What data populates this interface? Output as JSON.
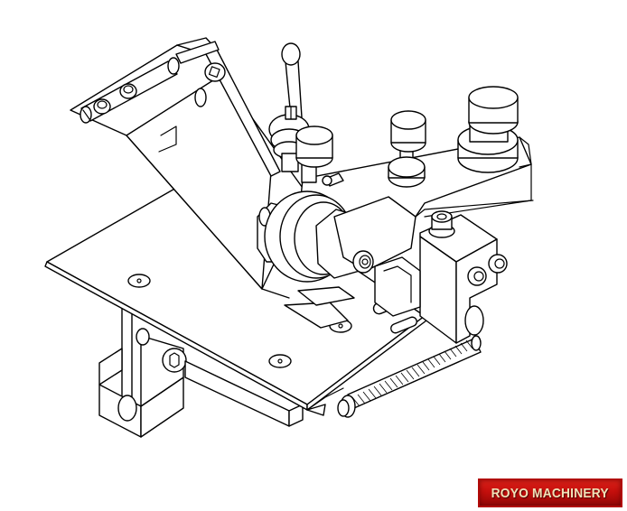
{
  "figure": {
    "subject": "Mechanical assembly line drawing (isometric view)",
    "style": "black line art on white background",
    "components": [
      {
        "name": "base-plate",
        "description": "Large angled flat plate with countersunk screws"
      },
      {
        "name": "hinged-arm",
        "description": "Arm with hinge pin and two cap screws"
      },
      {
        "name": "clamp-lever",
        "description": "Lever handle with ball knob"
      },
      {
        "name": "roller-wheel",
        "description": "Round roller with hex nut and axle screw"
      },
      {
        "name": "top-bar",
        "description": "Horizontal bar with two mushroom knobs"
      },
      {
        "name": "side-block",
        "description": "Block with socket cap screws"
      },
      {
        "name": "tension-spring",
        "description": "Coil spring along underside"
      },
      {
        "name": "mount-bracket",
        "description": "L-shaped bracket with hole"
      }
    ],
    "colors": {
      "line": "#000000",
      "background": "#ffffff"
    }
  },
  "logo": {
    "text": "ROYO MACHINERY",
    "background": "#c40f0c",
    "text_color": "#f1e2b8"
  }
}
